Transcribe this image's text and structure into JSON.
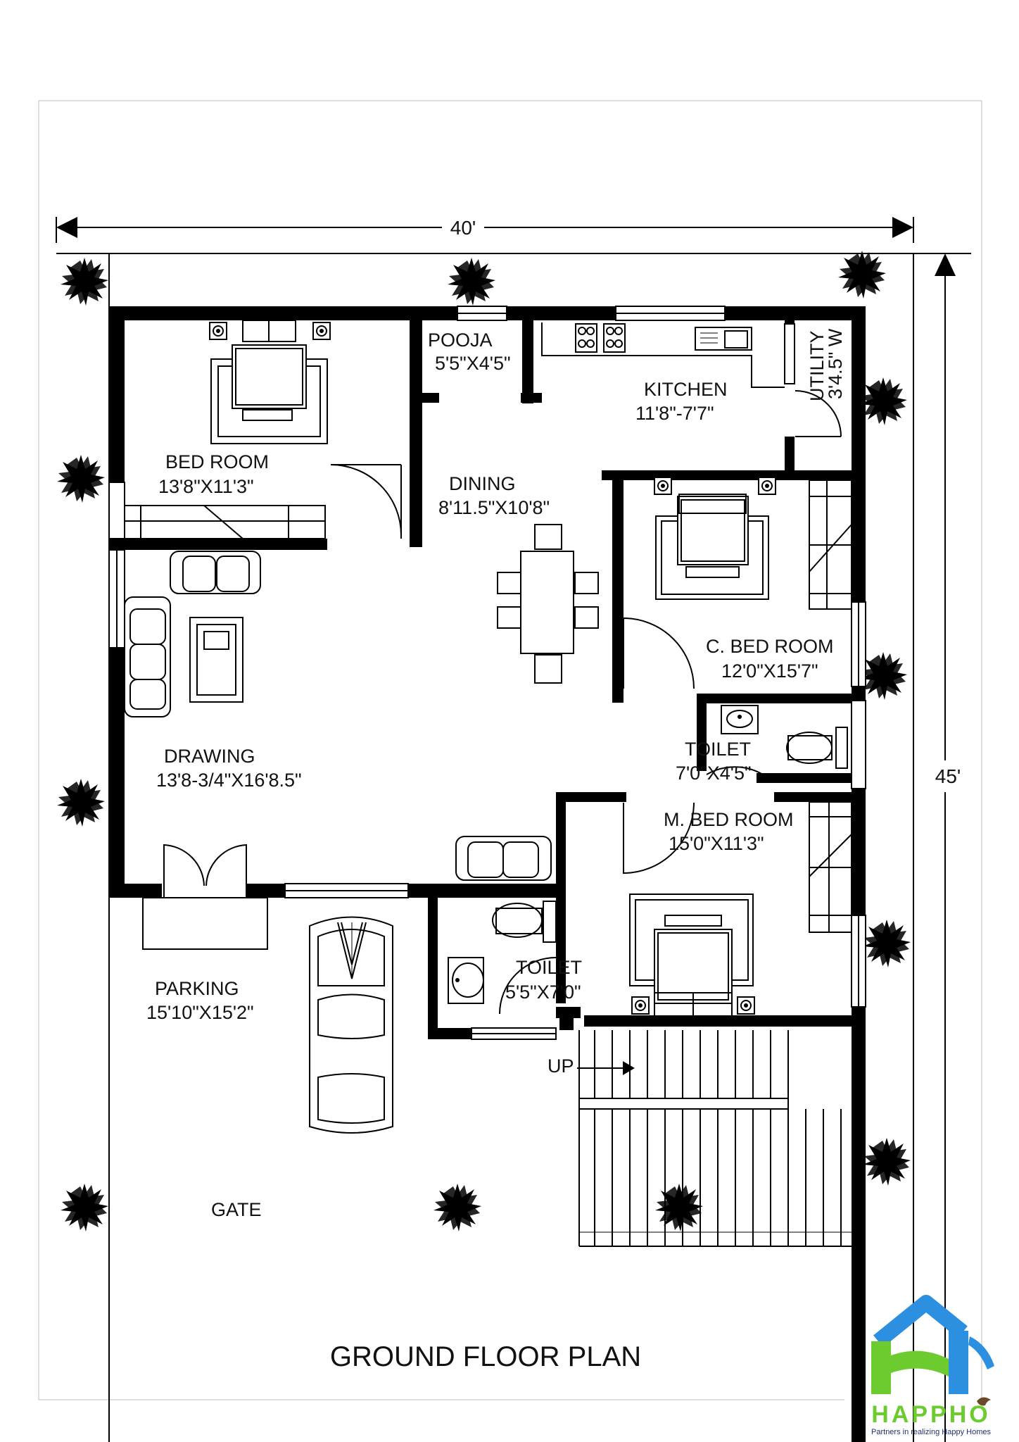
{
  "plan": {
    "title": "GROUND FLOOR PLAN",
    "width_dim": "40'",
    "depth_dim": "45'",
    "gate": "GATE",
    "stairs_up": "UP"
  },
  "rooms": {
    "bed_room": {
      "name": "BED ROOM",
      "size": "13'8\"X11'3\""
    },
    "pooja": {
      "name": "POOJA",
      "size": "5'5\"X4'5\""
    },
    "kitchen": {
      "name": "KITCHEN",
      "size": "11'8\"-7'7\""
    },
    "utility": {
      "name": "UTILITY",
      "size": "3'4.5\" W"
    },
    "dining": {
      "name": "DINING",
      "size": "8'11.5\"X10'8\""
    },
    "c_bed_room": {
      "name": "C. BED ROOM",
      "size": "12'0\"X15'7\""
    },
    "toilet_1": {
      "name": "TOILET",
      "size": "7'0\"X4'5\""
    },
    "drawing": {
      "name": "DRAWING",
      "size": "13'8-3/4\"X16'8.5\""
    },
    "m_bed_room": {
      "name": "M. BED ROOM",
      "size": "15'0\"X11'3\""
    },
    "parking": {
      "name": "PARKING",
      "size": "15'10\"X15'2\""
    },
    "toilet_2": {
      "name": "TOILET",
      "size": "5'5\"X7'0\""
    }
  },
  "logo": {
    "brand": "HAPPHO",
    "tagline": "Partners in realizing Happy Homes",
    "colors": {
      "blue": "#2d8fe0",
      "green": "#6ccb2f",
      "navy": "#20316e"
    }
  }
}
